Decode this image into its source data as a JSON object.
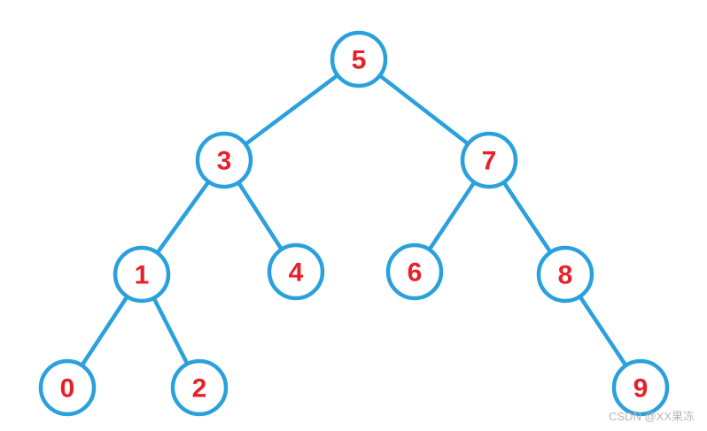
{
  "colors": {
    "edge": "#2aa1dd",
    "node_stroke": "#2aa1dd",
    "node_fill": "#ffffff",
    "label": "#e8202a",
    "watermark": "#b8b8b8"
  },
  "tree": {
    "nodes": [
      {
        "id": "5",
        "label": "5"
      },
      {
        "id": "3",
        "label": "3"
      },
      {
        "id": "7",
        "label": "7"
      },
      {
        "id": "1",
        "label": "1"
      },
      {
        "id": "4",
        "label": "4"
      },
      {
        "id": "6",
        "label": "6"
      },
      {
        "id": "8",
        "label": "8"
      },
      {
        "id": "0",
        "label": "0"
      },
      {
        "id": "2",
        "label": "2"
      },
      {
        "id": "9",
        "label": "9"
      }
    ],
    "edges": [
      {
        "from": "5",
        "to": "3"
      },
      {
        "from": "5",
        "to": "7"
      },
      {
        "from": "3",
        "to": "1"
      },
      {
        "from": "3",
        "to": "4"
      },
      {
        "from": "7",
        "to": "6"
      },
      {
        "from": "7",
        "to": "8"
      },
      {
        "from": "1",
        "to": "0"
      },
      {
        "from": "1",
        "to": "2"
      },
      {
        "from": "8",
        "to": "9"
      }
    ]
  },
  "watermark": "CSDN @XX果冻"
}
